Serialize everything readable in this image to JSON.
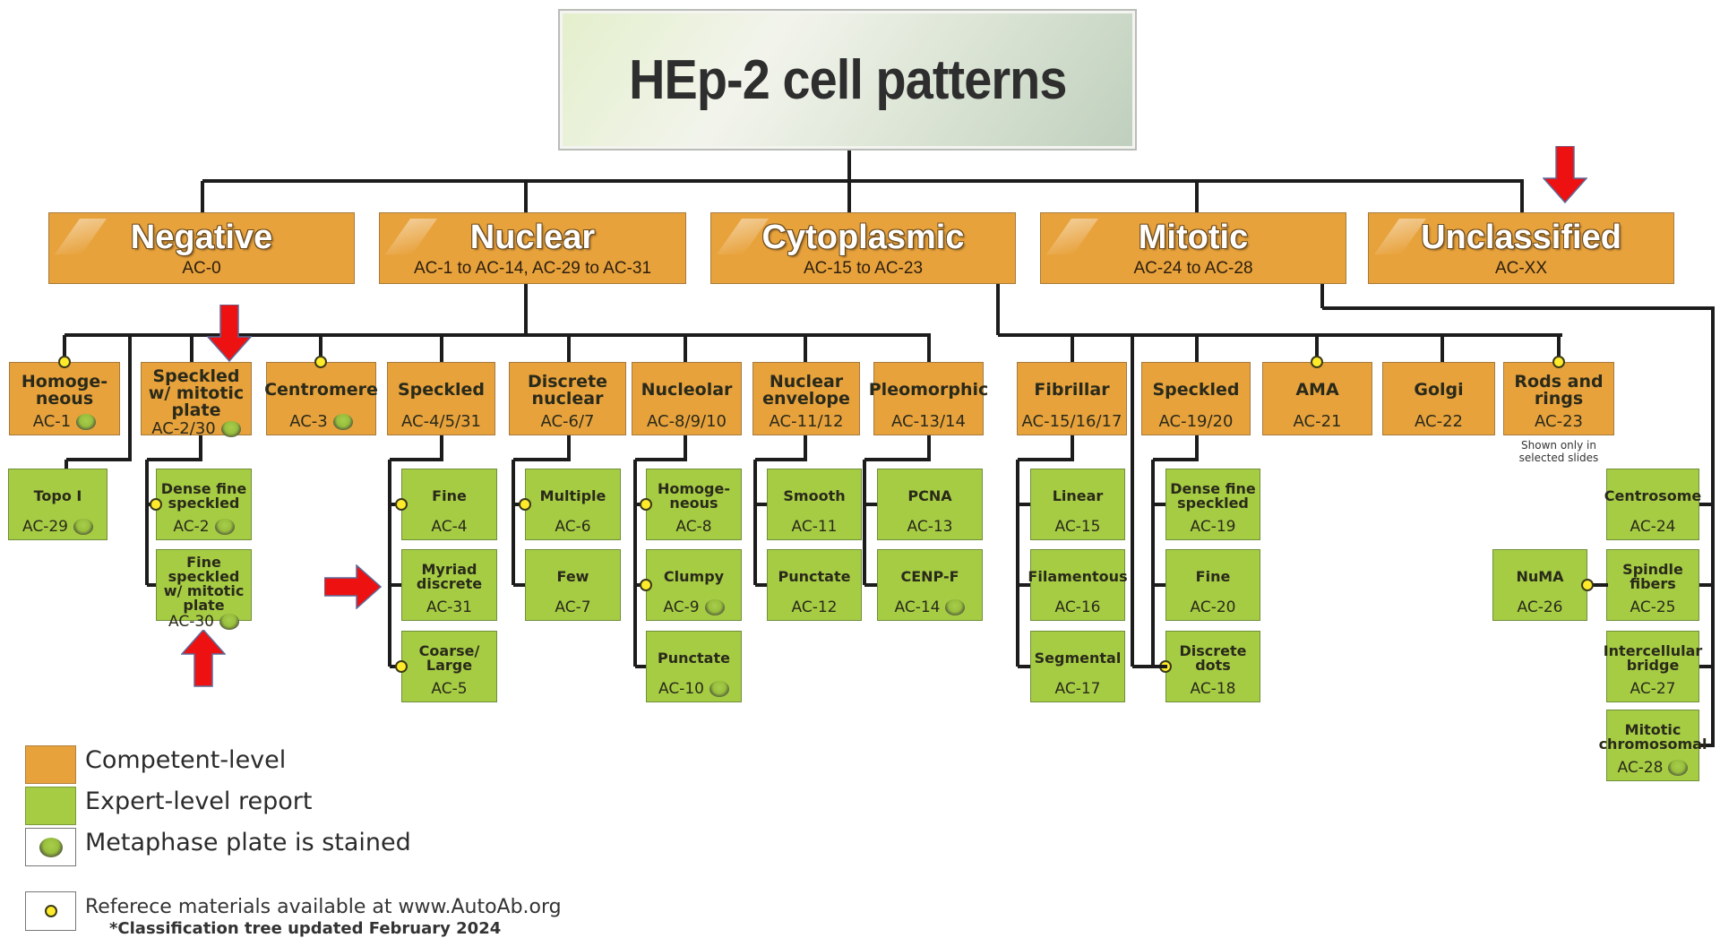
{
  "title": "HEp-2 cell patterns",
  "colors": {
    "competent": "#e8a23c",
    "expert": "#a6cc44",
    "reference_dot": "#ffeb2a",
    "arrow": "#ee1111",
    "line": "#1c1c1c"
  },
  "categories": [
    {
      "id": "negative",
      "label": "Negative",
      "range": "AC-0"
    },
    {
      "id": "nuclear",
      "label": "Nuclear",
      "range": "AC-1 to AC-14, AC-29 to AC-31"
    },
    {
      "id": "cytoplasmic",
      "label": "Cytoplasmic",
      "range": "AC-15 to AC-23"
    },
    {
      "id": "mitotic",
      "label": "Mitotic",
      "range": "AC-24 to AC-28"
    },
    {
      "id": "unclassified",
      "label": "Unclassified",
      "range": "AC-XX"
    }
  ],
  "nuclear_patterns": [
    {
      "id": "homogeneous",
      "label": "Homoge- neous",
      "code": "AC-1",
      "metaphase": true,
      "reference": true
    },
    {
      "id": "speckled-mitotic",
      "label": "Speckled w/ mitotic plate",
      "code": "AC-2/30",
      "metaphase": true,
      "reference": false
    },
    {
      "id": "centromere",
      "label": "Centromere",
      "code": "AC-3",
      "metaphase": true,
      "reference": true
    },
    {
      "id": "speckled",
      "label": "Speckled",
      "code": "AC-4/5/31",
      "metaphase": false,
      "reference": false
    },
    {
      "id": "discrete-nuclear",
      "label": "Discrete nuclear",
      "code": "AC-6/7",
      "metaphase": false,
      "reference": false
    },
    {
      "id": "nucleolar",
      "label": "Nucleolar",
      "code": "AC-8/9/10",
      "metaphase": false,
      "reference": false
    },
    {
      "id": "nuclear-envelope",
      "label": "Nuclear envelope",
      "code": "AC-11/12",
      "metaphase": false,
      "reference": false
    },
    {
      "id": "pleomorphic",
      "label": "Pleomorphic",
      "code": "AC-13/14",
      "metaphase": false,
      "reference": false
    }
  ],
  "cytoplasmic_patterns": [
    {
      "id": "fibrillar",
      "label": "Fibrillar",
      "code": "AC-15/16/17",
      "reference": false
    },
    {
      "id": "cyto-speckled",
      "label": "Speckled",
      "code": "AC-19/20",
      "reference": false
    },
    {
      "id": "ama",
      "label": "AMA",
      "code": "AC-21",
      "reference": true
    },
    {
      "id": "golgi",
      "label": "Golgi",
      "code": "AC-22",
      "reference": false
    },
    {
      "id": "rods-rings",
      "label": "Rods and rings",
      "code": "AC-23",
      "reference": true,
      "note": "Shown only in selected slides"
    }
  ],
  "expert_patterns": {
    "topo": [
      {
        "label": "Topo I",
        "code": "AC-29",
        "metaphase": true,
        "reference": false
      }
    ],
    "speckled_mitotic": [
      {
        "label": "Dense fine speckled",
        "code": "AC-2",
        "metaphase": true,
        "reference": true
      },
      {
        "label": "Fine speckled w/ mitotic plate",
        "code": "AC-30",
        "metaphase": true,
        "reference": false
      }
    ],
    "speckled": [
      {
        "label": "Fine",
        "code": "AC-4",
        "metaphase": false,
        "reference": true
      },
      {
        "label": "Myriad discrete",
        "code": "AC-31",
        "metaphase": false,
        "reference": false
      },
      {
        "label": "Coarse/ Large",
        "code": "AC-5",
        "metaphase": false,
        "reference": true
      }
    ],
    "discrete_nuclear": [
      {
        "label": "Multiple",
        "code": "AC-6",
        "metaphase": false,
        "reference": true
      },
      {
        "label": "Few",
        "code": "AC-7",
        "metaphase": false,
        "reference": false
      }
    ],
    "nucleolar": [
      {
        "label": "Homoge- neous",
        "code": "AC-8",
        "metaphase": false,
        "reference": true
      },
      {
        "label": "Clumpy",
        "code": "AC-9",
        "metaphase": true,
        "reference": true
      },
      {
        "label": "Punctate",
        "code": "AC-10",
        "metaphase": true,
        "reference": false
      }
    ],
    "nuclear_envelope": [
      {
        "label": "Smooth",
        "code": "AC-11",
        "metaphase": false,
        "reference": false
      },
      {
        "label": "Punctate",
        "code": "AC-12",
        "metaphase": false,
        "reference": false
      }
    ],
    "pleomorphic": [
      {
        "label": "PCNA",
        "code": "AC-13",
        "metaphase": false,
        "reference": false
      },
      {
        "label": "CENP-F",
        "code": "AC-14",
        "metaphase": true,
        "reference": false
      }
    ],
    "fibrillar": [
      {
        "label": "Linear",
        "code": "AC-15",
        "metaphase": false,
        "reference": false
      },
      {
        "label": "Filamentous",
        "code": "AC-16",
        "metaphase": false,
        "reference": false
      },
      {
        "label": "Segmental",
        "code": "AC-17",
        "metaphase": false,
        "reference": false
      }
    ],
    "cyto_speckled": [
      {
        "label": "Dense fine speckled",
        "code": "AC-19",
        "metaphase": false,
        "reference": false
      },
      {
        "label": "Fine",
        "code": "AC-20",
        "metaphase": false,
        "reference": false
      },
      {
        "label": "Discrete dots",
        "code": "AC-18",
        "metaphase": false,
        "reference": true
      }
    ],
    "mitotic": [
      {
        "label": "Centrosome",
        "code": "AC-24",
        "metaphase": false,
        "reference": false
      },
      {
        "label": "Spindle fibers",
        "code": "AC-25",
        "metaphase": false,
        "reference": false
      },
      {
        "label": "Intercellular bridge",
        "code": "AC-27",
        "metaphase": false,
        "reference": false
      },
      {
        "label": "Mitotic chromosomal",
        "code": "AC-28",
        "metaphase": true,
        "reference": false
      }
    ],
    "numa": [
      {
        "label": "NuMA",
        "code": "AC-26",
        "metaphase": false,
        "reference": true
      }
    ]
  },
  "legend": {
    "competent": "Competent-level",
    "expert": "Expert-level report",
    "metaphase": "Metaphase plate is stained",
    "reference": "Referece materials available at www.AutoAb.org",
    "footnote": "*Classification tree updated February 2024"
  },
  "icons": {
    "metaphase": "metaphase-plate-icon",
    "reference": "reference-dot-icon",
    "arrow": "highlight-arrow-icon"
  }
}
